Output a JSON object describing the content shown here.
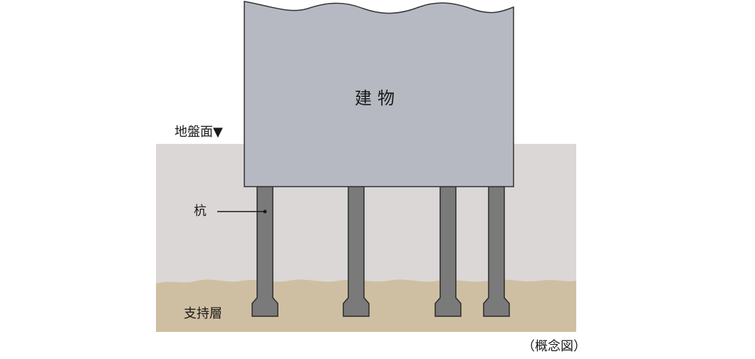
{
  "labels": {
    "building": "建物",
    "ground_surface": "地盤面▼",
    "pile": "杭",
    "bearing_layer": "支持層",
    "diagram_note": "（概念図）"
  },
  "colors": {
    "building_fill": "#b6b9c1",
    "building_stroke": "#333333",
    "soil_upper": "#dbd7d6",
    "bearing_layer": "#cfbfa2",
    "pile_fill": "#7a7a7a",
    "pile_stroke": "#2b2b2b",
    "leader_line": "#1a1a1a"
  },
  "pile_count": 4
}
